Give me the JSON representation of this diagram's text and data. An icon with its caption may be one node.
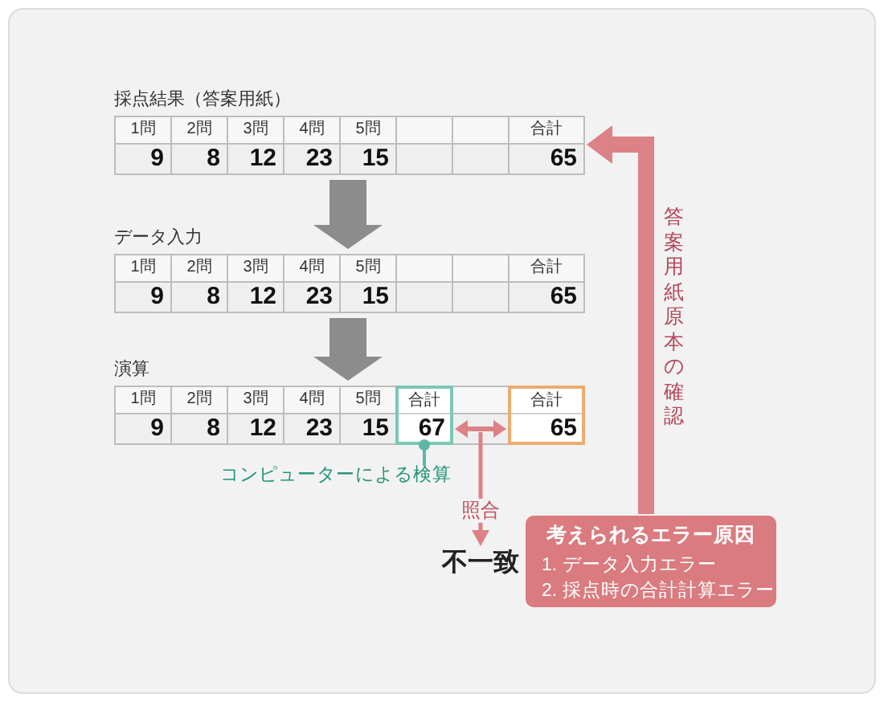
{
  "diagram": {
    "nodes": [
      {
        "text": [
          "採点結果（答案用紙）",
          "1問",
          "2問",
          "3問",
          "4問",
          "5問",
          "合計",
          "9",
          "8",
          "12",
          "23",
          "15",
          "65"
        ]
      },
      {
        "text": [
          "データ入力",
          "1問",
          "2問",
          "3問",
          "4問",
          "5問",
          "合計",
          "9",
          "8",
          "12",
          "23",
          "15",
          "65"
        ]
      },
      {
        "text": [
          "演算",
          "1問",
          "2問",
          "3問",
          "4問",
          "5問",
          "9",
          "8",
          "12",
          "23",
          "15"
        ]
      },
      {
        "text": [
          "合計",
          "67"
        ],
        "in": 2
      },
      {
        "text": [
          "合計",
          "65"
        ],
        "in": 2
      },
      {
        "text": [
          "コンピューターによる検算"
        ]
      },
      {
        "text": [
          "不一致"
        ]
      },
      {
        "text": [
          "考えられるエラー原因",
          "1. データ入力エラー",
          "2. 採点時の合計計算エラー"
        ]
      }
    ],
    "edges": [
      {
        "from": 0,
        "to": 1,
        "arrow": "to",
        "style": "thick",
        "color": "#8c8c8c"
      },
      {
        "from": 1,
        "to": 2,
        "arrow": "to",
        "style": "thick",
        "color": "#8c8c8c"
      },
      {
        "from": 5,
        "to": 3,
        "arrow": "other",
        "color": "#5cb8a4"
      },
      {
        "from": 3,
        "to": 4,
        "arrow": "both"
      },
      {
        "from": 2,
        "to": 6,
        "arrow": "to",
        "label": "照合"
      },
      {
        "from": 7,
        "to": 0,
        "arrow": "to",
        "label": "答案用紙原本の確認",
        "style": "thick"
      }
    ]
  }
}
